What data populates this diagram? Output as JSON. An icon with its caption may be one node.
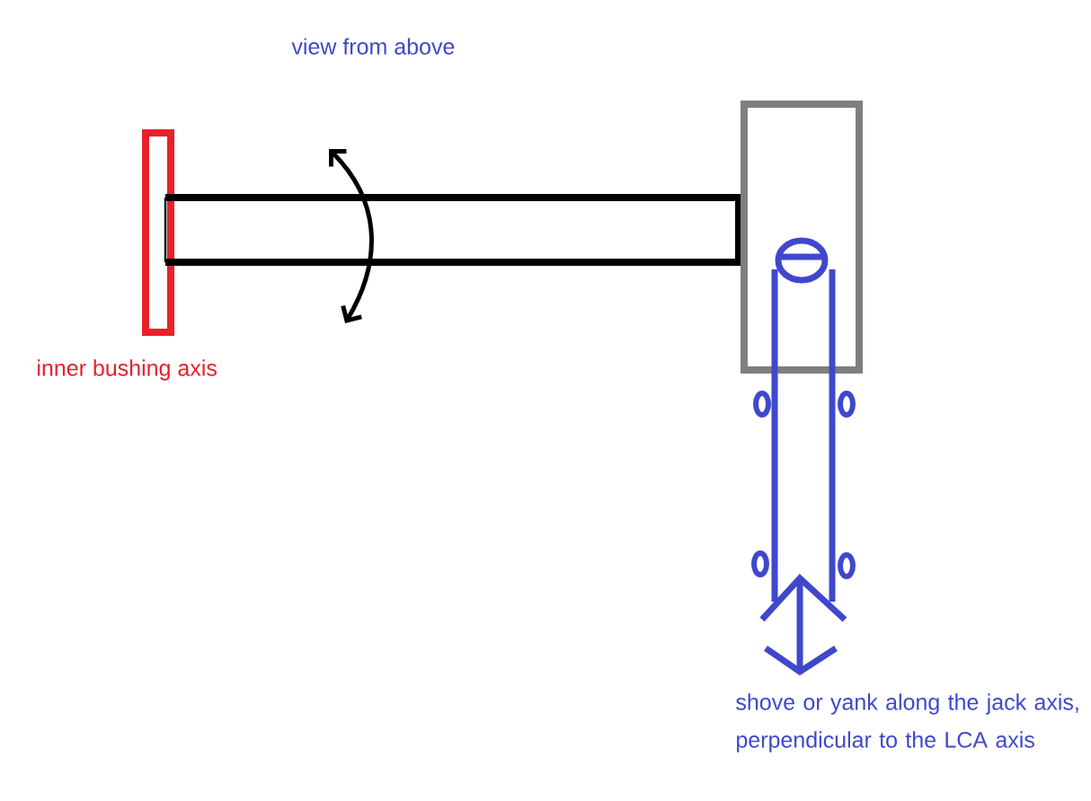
{
  "diagram": {
    "title": "view from above",
    "labels": [
      "inner bushing axis",
      "shove or yank along the jack axis, perpendicular to the LCA axis"
    ]
  }
}
